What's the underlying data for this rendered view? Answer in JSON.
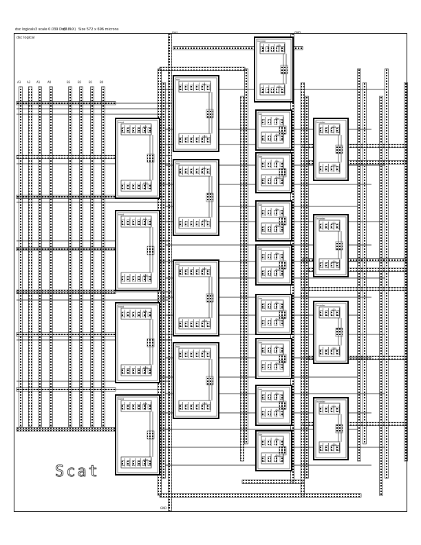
{
  "header": {
    "title": "dsc logicals3 scale 0.039 Dots",
    "scale_suffix": "(7.8kX)",
    "size": "Size 572 x 696 microns"
  },
  "cell_name": "dsc logical",
  "logo": "Scat",
  "inputs": [
    "A3",
    "A2",
    "A1",
    "A0",
    "B3",
    "B2",
    "B1",
    "B0"
  ],
  "rails": {
    "vdd_label": "Vdd",
    "gnd_label": "GND"
  },
  "nand_label": "nand",
  "nor_label": "nor",
  "inv_label": "inverter",
  "xor_label": "xor",
  "sub_label": "Vdd",
  "sub_gnd_label": "GND",
  "colors": {
    "metal": "#000000",
    "background": "#ffffff"
  }
}
